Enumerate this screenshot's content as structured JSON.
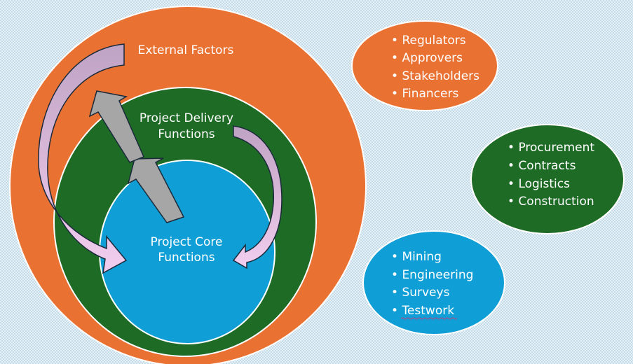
{
  "colors": {
    "orange": "#E97132",
    "green": "#1E6B26",
    "blue": "#0F9ED5",
    "pink": "#EBC3E8",
    "gray": "#A6A6A6",
    "background": "#DCEBF3"
  },
  "rings": {
    "outer": "External Factors",
    "middle_line1": "Project Delivery",
    "middle_line2": "Functions",
    "inner_line1": "Project Core",
    "inner_line2": "Functions"
  },
  "lists": {
    "external": [
      "Regulators",
      "Approvers",
      "Stakeholders",
      "Financers"
    ],
    "delivery": [
      "Procurement",
      "Contracts",
      "Logistics",
      "Construction"
    ],
    "core": [
      "Mining",
      "Engineering",
      "Surveys",
      "Testwork"
    ]
  },
  "bullet": "•"
}
